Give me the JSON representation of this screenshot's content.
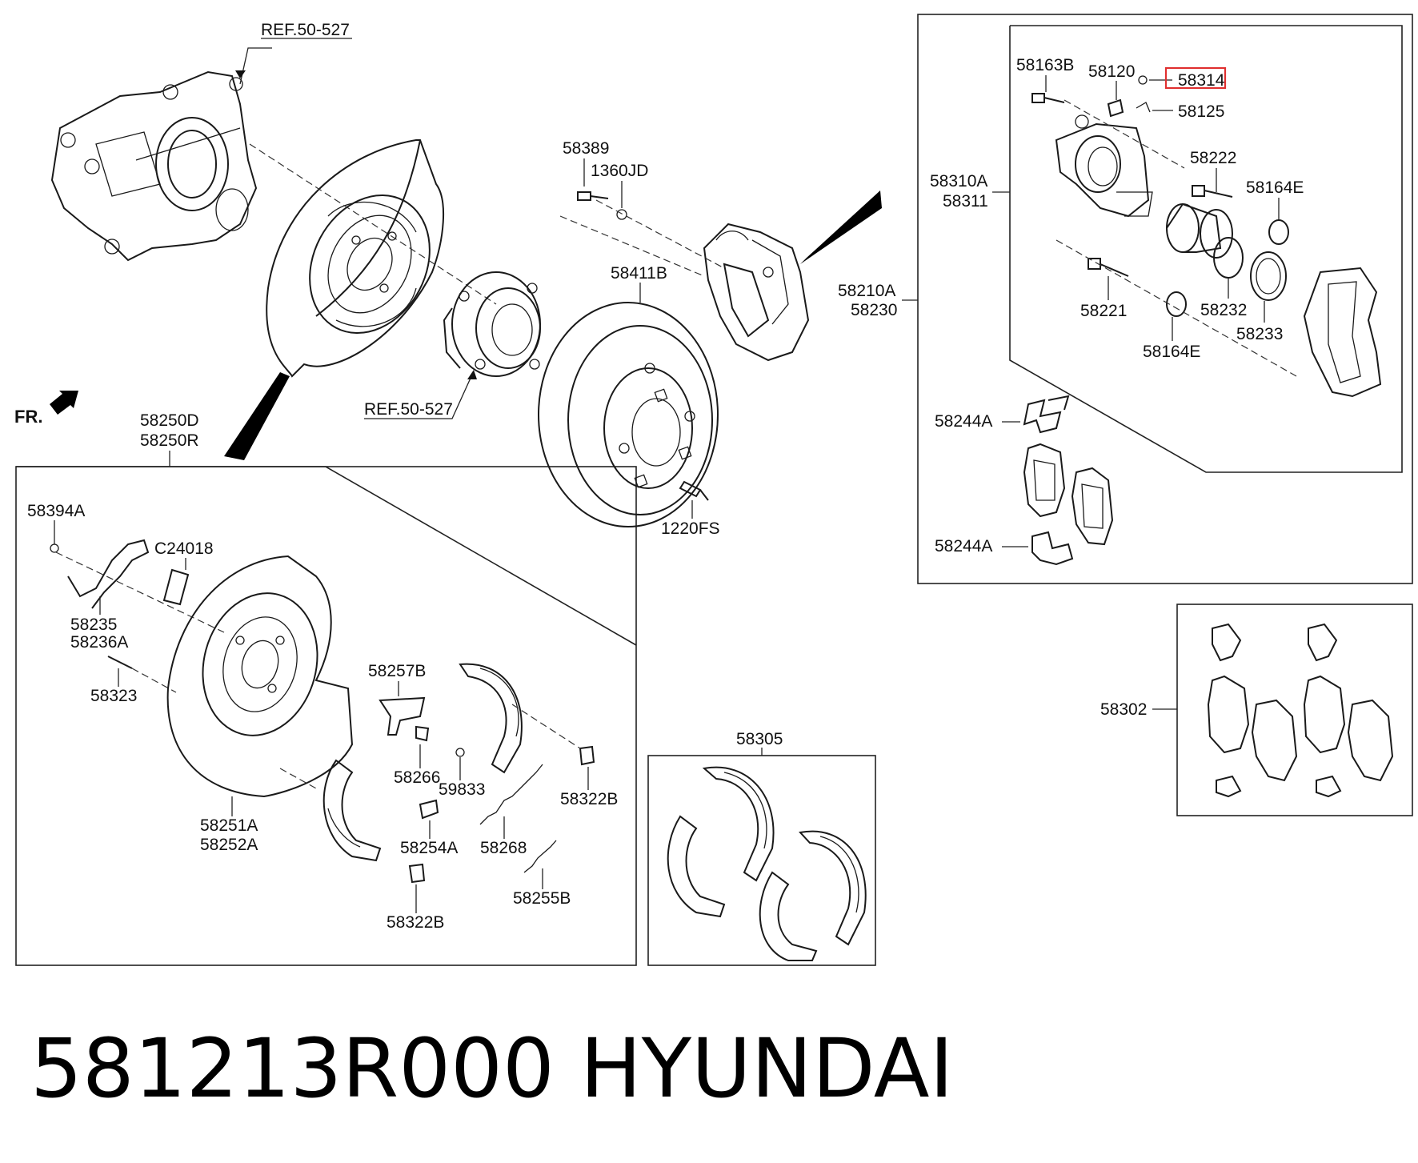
{
  "labels": {
    "ref_top": "REF.50-527",
    "ref_hub": "REF.50-527",
    "fr": "FR.",
    "p58389": "58389",
    "p1360JD": "1360JD",
    "p58411B": "58411B",
    "p1220FS": "1220FS",
    "p58250D": "58250D",
    "p58250R": "58250R",
    "p58394A": "58394A",
    "pC24018": "C24018",
    "p58235": "58235",
    "p58236A": "58236A",
    "p58323": "58323",
    "p58257B": "58257B",
    "p58266": "58266",
    "p59833": "59833",
    "p58322B_a": "58322B",
    "p58251A": "58251A",
    "p58252A": "58252A",
    "p58254A": "58254A",
    "p58268": "58268",
    "p58255B": "58255B",
    "p58322B_b": "58322B",
    "p58305": "58305",
    "p58163B": "58163B",
    "p58120": "58120",
    "p58314": "58314",
    "p58125": "58125",
    "p58310A": "58310A",
    "p58311": "58311",
    "p58222": "58222",
    "p58164E_a": "58164E",
    "p58210A": "58210A",
    "p58230": "58230",
    "p58221": "58221",
    "p58232": "58232",
    "p58233": "58233",
    "p58164E_b": "58164E",
    "p58244A_a": "58244A",
    "p58244A_b": "58244A",
    "p58302": "58302"
  },
  "footer": {
    "part_number": "581213R000",
    "brand": "HYUNDAI"
  },
  "colors": {
    "line": "#1a1a1a",
    "highlight": "#e03030",
    "background": "#ffffff"
  }
}
